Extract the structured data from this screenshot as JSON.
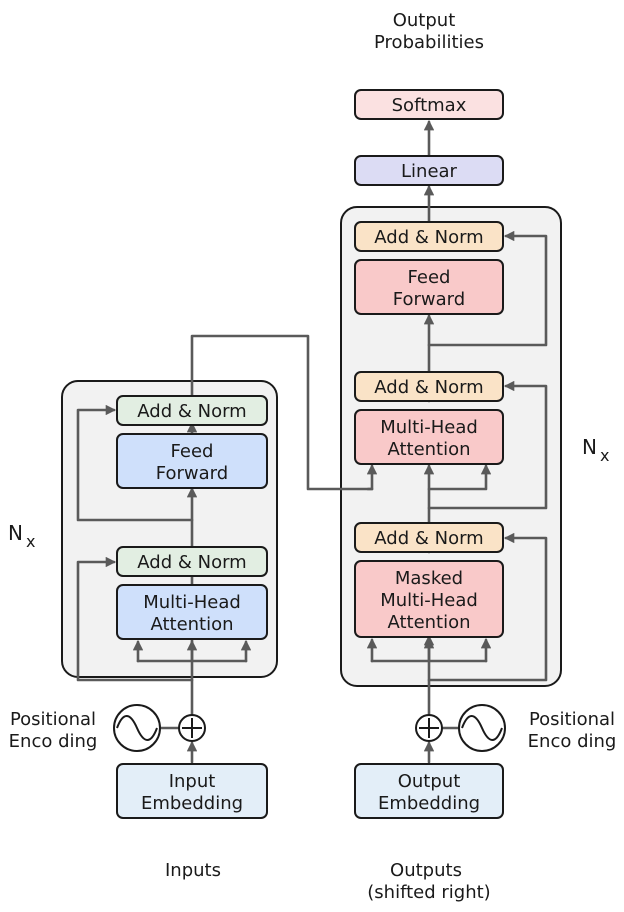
{
  "colors": {
    "add_norm": "#e2eee2",
    "ffn_enc": "#cfe0fb",
    "mha_enc": "#cfe0fb",
    "add_norm_dec": "#fae3c7",
    "ffn_dec": "#f9c9c9",
    "mha_dec": "#f9c9c9",
    "linear": "#dcdcf4",
    "softmax": "#fbe1e1",
    "embedding": "#e3eef8",
    "stack_bg": "#f2f2f2",
    "arrow": "#5a5a5a"
  },
  "labels": {
    "output_probabilities": [
      "Output",
      "Probabilities"
    ],
    "softmax": "Softmax",
    "linear": "Linear",
    "encoder": {
      "add_norm_top": "Add & Norm",
      "feed_forward": [
        "Feed",
        "Forward"
      ],
      "add_norm_bottom": "Add & Norm",
      "multi_head_attention": [
        "Multi-Head",
        "Attention"
      ],
      "repeat": "N",
      "repeat_sub": "x"
    },
    "decoder": {
      "add_norm_top": "Add & Norm",
      "feed_forward": [
        "Feed",
        "Forward"
      ],
      "add_norm_middle": "Add & Norm",
      "multi_head_attention": [
        "Multi-Head",
        "Attention"
      ],
      "add_norm_bottom": "Add & Norm",
      "masked_attention": [
        "Masked",
        "Multi-Head",
        "Attention"
      ],
      "repeat": "N",
      "repeat_sub": "x"
    },
    "positional_encoding_left": [
      "Positional",
      "Enco ding"
    ],
    "positional_encoding_right": [
      "Positional",
      "Enco ding"
    ],
    "input_embedding": [
      "Input",
      "Embedding"
    ],
    "output_embedding": [
      "Output",
      "Embedding"
    ],
    "inputs": "Inputs",
    "outputs": [
      "Outputs",
      "(shifted right)"
    ]
  }
}
